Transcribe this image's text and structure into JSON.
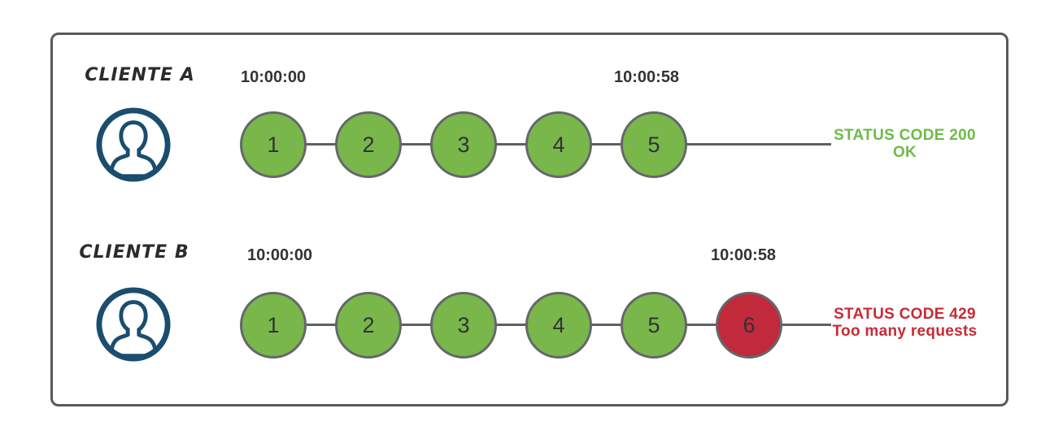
{
  "canvas": {
    "background": "#ffffff",
    "frame_border_color": "#595959"
  },
  "colors": {
    "request_ok_fill": "#79b74a",
    "request_limited_fill": "#c2293a",
    "circle_border": "#63686b",
    "connector_line": "#5c6063",
    "status_ok_text": "#6fba48",
    "status_error_text": "#c92a35",
    "timestamp_text": "#333333",
    "avatar_icon": "#1a4d6e"
  },
  "rows": [
    {
      "client_label": "CLIENTE A",
      "icon": "user-avatar-icon",
      "start_time": "10:00:00",
      "end_time": "10:00:58",
      "requests": [
        {
          "label": "1",
          "state": "ok"
        },
        {
          "label": "2",
          "state": "ok"
        },
        {
          "label": "3",
          "state": "ok"
        },
        {
          "label": "4",
          "state": "ok"
        },
        {
          "label": "5",
          "state": "ok"
        }
      ],
      "status": {
        "line1": "STATUS CODE 200",
        "line2": "OK",
        "kind": "ok"
      }
    },
    {
      "client_label": "CLIENTE B",
      "icon": "user-avatar-icon",
      "start_time": "10:00:00",
      "end_time": "10:00:58",
      "requests": [
        {
          "label": "1",
          "state": "ok"
        },
        {
          "label": "2",
          "state": "ok"
        },
        {
          "label": "3",
          "state": "ok"
        },
        {
          "label": "4",
          "state": "ok"
        },
        {
          "label": "5",
          "state": "ok"
        },
        {
          "label": "6",
          "state": "limited"
        }
      ],
      "status": {
        "line1": "STATUS CODE 429",
        "line2": "Too many requests",
        "kind": "error"
      }
    }
  ]
}
